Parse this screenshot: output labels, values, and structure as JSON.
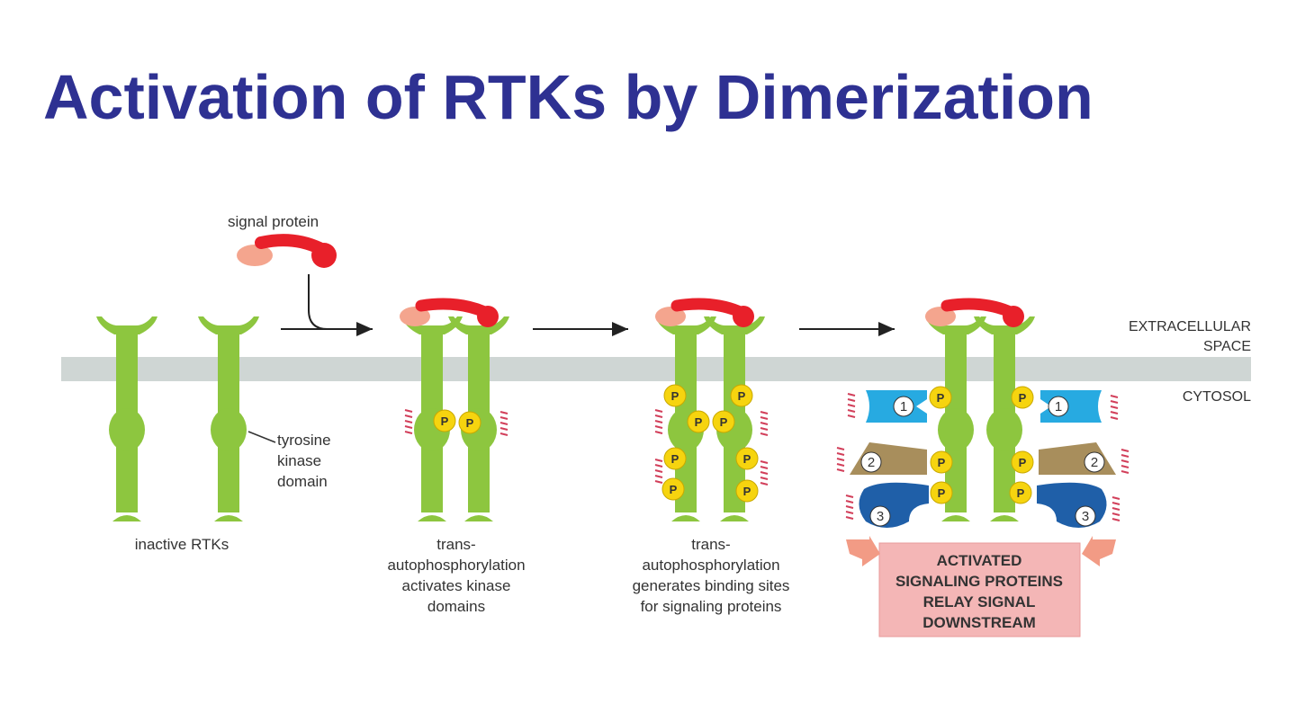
{
  "title": "Activation of RTKs by Dimerization",
  "labels": {
    "signal_protein": "signal protein",
    "tyrosine": "tyrosine",
    "kinase": "kinase",
    "domain": "domain",
    "inactive": "inactive RTKs",
    "step2": [
      "trans-",
      "autophosphorylation",
      "activates kinase",
      "domains"
    ],
    "step3": [
      "trans-",
      "autophosphorylation",
      "generates binding sites",
      "for signaling proteins"
    ],
    "extracellular_1": "EXTRACELLULAR",
    "extracellular_2": "SPACE",
    "cytosol": "CYTOSOL",
    "box": [
      "ACTIVATED",
      "SIGNALING PROTEINS",
      "RELAY SIGNAL",
      "DOWNSTREAM"
    ],
    "phospho": "P",
    "n1": "1",
    "n2": "2",
    "n3": "3"
  },
  "colors": {
    "title": "#2e3192",
    "receptor": "#8dc63f",
    "membrane": "#cfd6d4",
    "signal": "#e8202a",
    "signal_light": "#f4a58e",
    "phosphate": "#f6d40f",
    "protein1": "#27aae1",
    "protein2": "#a88e5c",
    "protein3": "#1f5fa8",
    "box": "#f4b6b6"
  }
}
